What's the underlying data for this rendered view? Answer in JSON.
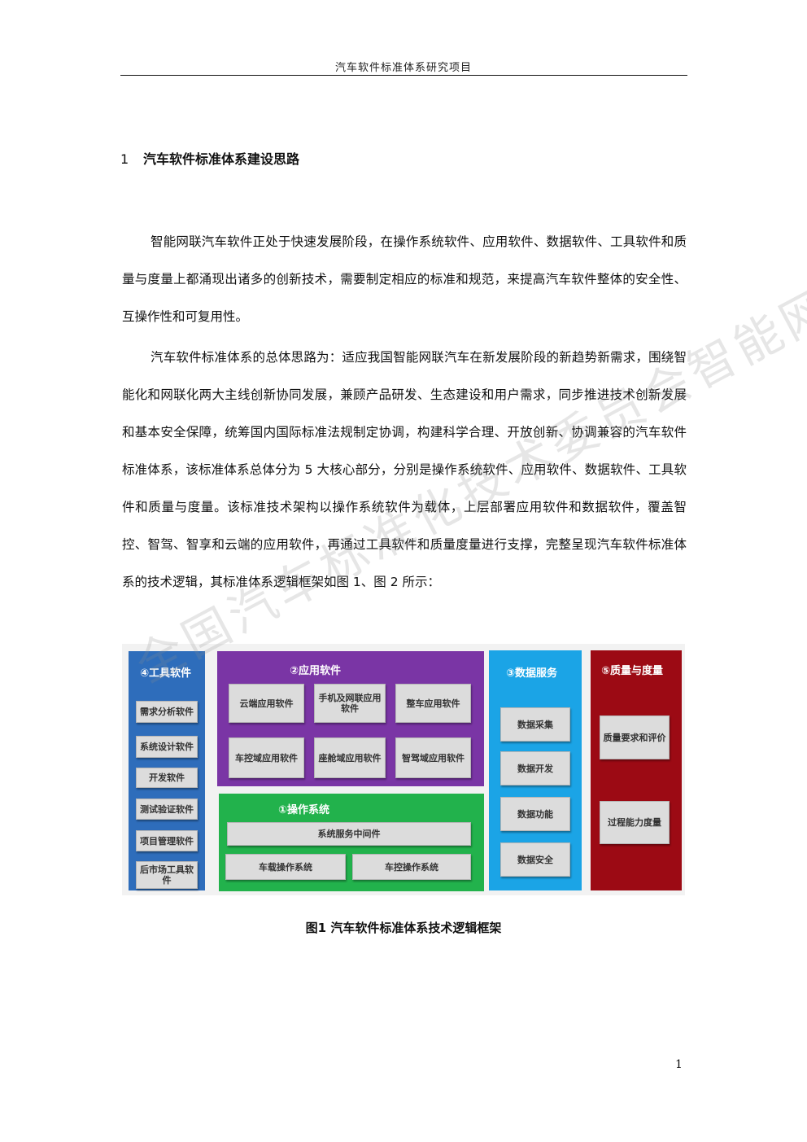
{
  "header": {
    "title": "汽车软件标准体系研究项目"
  },
  "section": {
    "number": "1",
    "title": "汽车软件标准体系建设思路"
  },
  "paragraphs": [
    "智能网联汽车软件正处于快速发展阶段，在操作系统软件、应用软件、数据软件、工具软件和质量与度量上都涌现出诸多的创新技术，需要制定相应的标准和规范，来提高汽车软件整体的安全性、互操作性和可复用性。",
    "汽车软件标准体系的总体思路为：适应我国智能网联汽车在新发展阶段的新趋势新需求，围绕智能化和网联化两大主线创新协同发展，兼顾产品研发、生态建设和用户需求，同步推进技术创新发展和基本安全保障，统筹国内国际标准法规制定协调，构建科学合理、开放创新、协调兼容的汽车软件标准体系，该标准体系总体分为 5 大核心部分，分别是操作系统软件、应用软件、数据软件、工具软件和质量与度量。该标准技术架构以操作系统软件为载体，上层部署应用软件和数据软件，覆盖智控、智驾、智享和云端的应用软件，再通过工具软件和质量度量进行支撑，完整呈现汽车软件标准体系的技术逻辑，其标准体系逻辑框架如图 1、图 2 所示："
  ],
  "figure": {
    "tools": {
      "title": "④工具软件",
      "items": [
        "需求分析软件",
        "系统设计软件",
        "开发软件",
        "测试验证软件",
        "项目管理软件",
        "后市场工具软件"
      ]
    },
    "app": {
      "title": "②应用软件",
      "items": [
        "云端应用软件",
        "手机及网联应用软件",
        "整车应用软件",
        "车控域应用软件",
        "座舱域应用软件",
        "智驾域应用软件"
      ]
    },
    "os": {
      "title": "①操作系统",
      "middleware": "系统服务中间件",
      "items": [
        "车载操作系统",
        "车控操作系统"
      ]
    },
    "data": {
      "title": "③数据服务",
      "items": [
        "数据采集",
        "数据开发",
        "数据功能",
        "数据安全"
      ]
    },
    "quality": {
      "title": "⑤质量与度量",
      "items": [
        "质量要求和评价",
        "过程能力度量"
      ]
    },
    "colors": {
      "tools": "#2e6dbb",
      "app": "#7a35a5",
      "os": "#22b24c",
      "data": "#1ba4e6",
      "quality": "#9c0a14"
    }
  },
  "caption": "图1 汽车软件标准体系技术逻辑框架",
  "page_number": "1",
  "watermark": "全国汽车标准化技术委员会智能网联汽车分技术委员会"
}
